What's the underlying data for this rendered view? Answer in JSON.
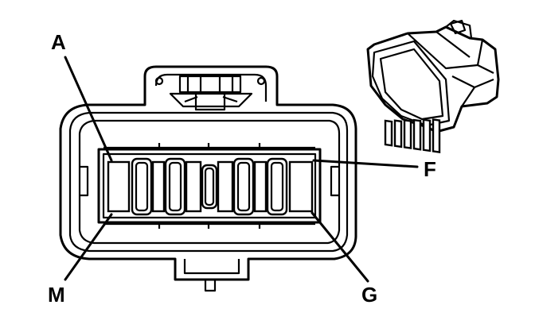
{
  "labels": {
    "a": "A",
    "f": "F",
    "m": "M",
    "g": "G"
  }
}
